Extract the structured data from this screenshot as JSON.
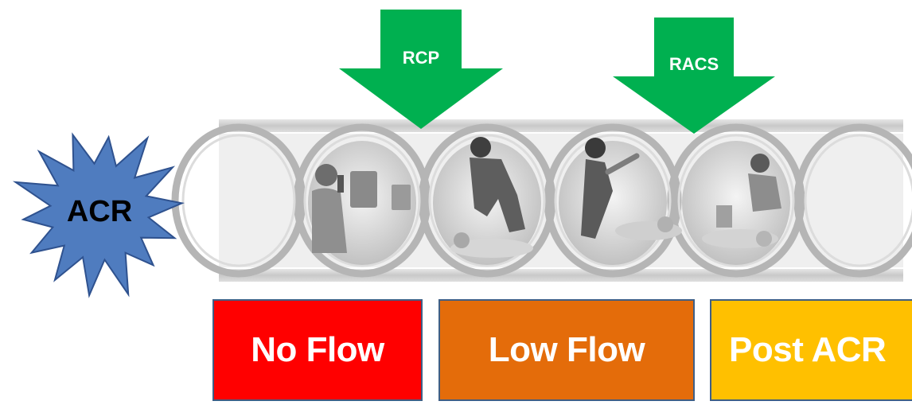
{
  "burst": {
    "label": "ACR",
    "color": "#4f7cbf"
  },
  "arrows": [
    {
      "label": "RCP",
      "color": "#00b050"
    },
    {
      "label": "RACS",
      "color": "#00b050"
    }
  ],
  "chain": {
    "panels": [
      {
        "icon": "phone-call-icon"
      },
      {
        "icon": "cpr-icon"
      },
      {
        "icon": "defibrillation-icon"
      },
      {
        "icon": "advanced-care-icon"
      }
    ]
  },
  "phases": [
    {
      "label": "No Flow",
      "color": "#ff0000"
    },
    {
      "label": "Low Flow",
      "color": "#e46c0a"
    },
    {
      "label": "Post ACR",
      "color": "#ffc000"
    }
  ]
}
